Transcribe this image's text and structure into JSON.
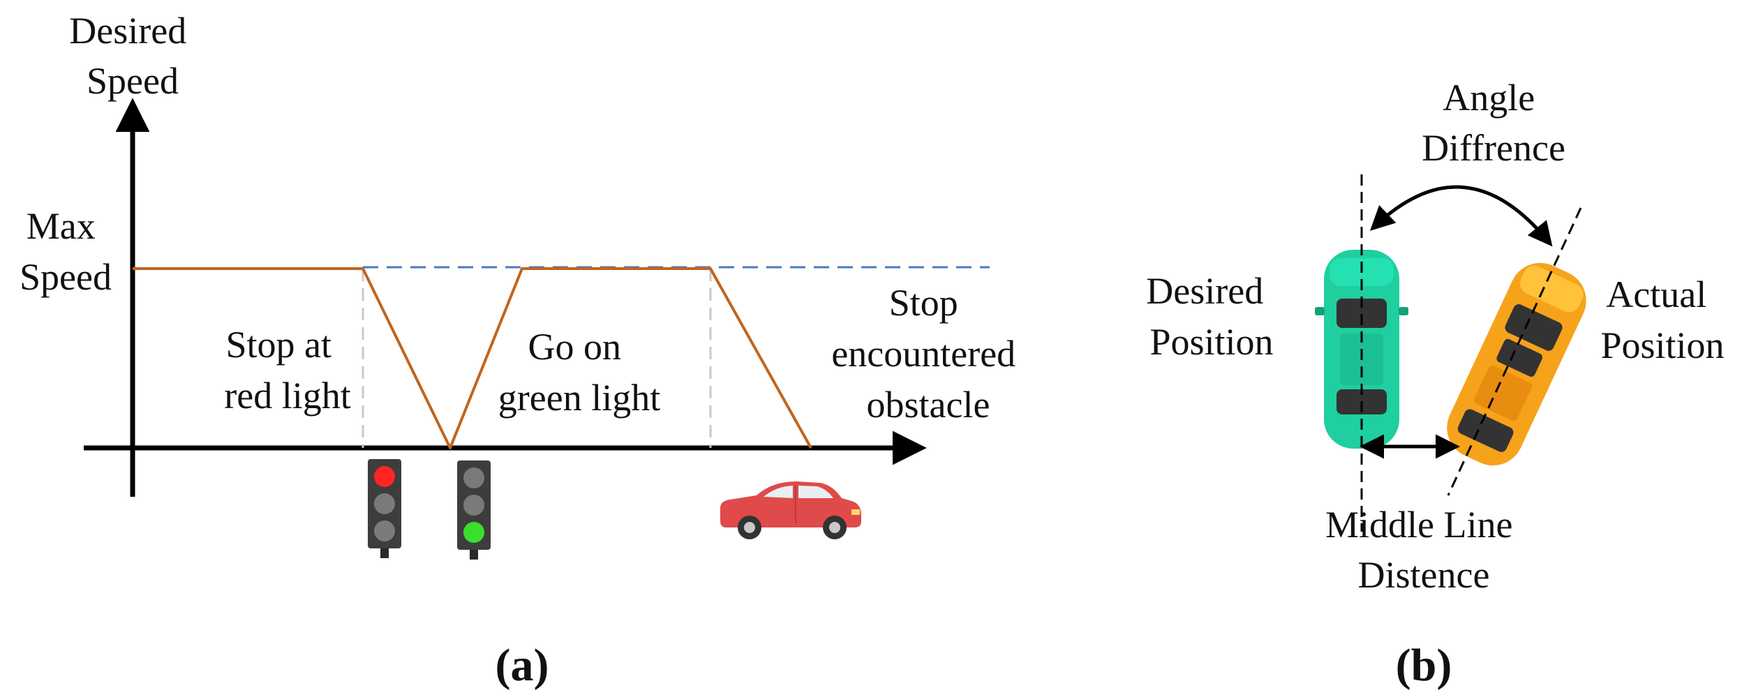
{
  "panel_a": {
    "y_axis_label": [
      "Desired",
      "Speed"
    ],
    "max_speed_label": [
      "Max",
      "Speed"
    ],
    "segment_labels": {
      "red_light": [
        "Stop at",
        "red light"
      ],
      "green_light": [
        "Go on",
        "green light"
      ],
      "obstacle": [
        "Stop",
        "encountered",
        "obstacle"
      ]
    },
    "caption": "(a)",
    "colors": {
      "speed_profile": "#c0651f",
      "max_speed_line": "#4a78c2",
      "divider": "#c8c8c8",
      "axis": "#000000",
      "obstacle_car": "#e04a4a"
    },
    "icons": [
      "red-traffic-light-icon",
      "green-traffic-light-icon",
      "red-car-icon"
    ]
  },
  "panel_b": {
    "angle_label": [
      "Angle",
      "Diffrence"
    ],
    "desired_position_label": [
      "Desired",
      "Position"
    ],
    "actual_position_label": [
      "Actual",
      "Position"
    ],
    "distance_label": [
      "Middle Line",
      "Distence"
    ],
    "caption": "(b)",
    "colors": {
      "desired_car": "#1fcfa0",
      "actual_car": "#f7a21b"
    },
    "icons": [
      "teal-car-icon",
      "orange-car-icon"
    ]
  }
}
